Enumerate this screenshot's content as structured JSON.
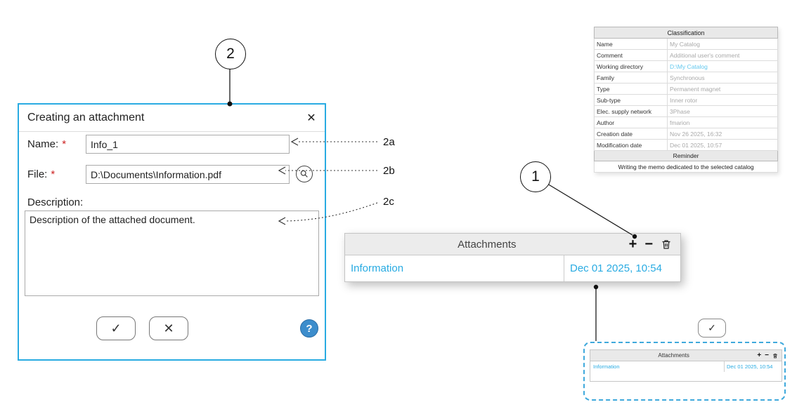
{
  "colors": {
    "accent": "#29abe2"
  },
  "callout_1": {
    "label": "1"
  },
  "callout_2": {
    "label": "2"
  },
  "field_callouts": {
    "a": "2a",
    "b": "2b",
    "c": "2c"
  },
  "dialog": {
    "title": "Creating an attachment",
    "close_glyph": "✕",
    "fields": {
      "name_label": "Name:",
      "name_required": "*",
      "name_value": "Info_1",
      "file_label": "File:",
      "file_required": "*",
      "file_value": "D:\\Documents\\Information.pdf",
      "description_label": "Description:",
      "description_value": "Description of the attached document."
    },
    "buttons": {
      "ok_glyph": "✓",
      "cancel_glyph": "✕",
      "help_glyph": "?"
    }
  },
  "attachments": {
    "title": "Attachments",
    "toolbar": {
      "add_glyph": "+",
      "remove_glyph": "−"
    },
    "rows": [
      {
        "name": "Information",
        "date": "Dec 01 2025, 10:54"
      }
    ]
  },
  "classification": {
    "title": "Classification",
    "rows": [
      {
        "label": "Name",
        "value": "My Catalog"
      },
      {
        "label": "Comment",
        "value": "Additional user's comment"
      },
      {
        "label": "Working directory",
        "value": "D:\\My Catalog"
      },
      {
        "label": "Family",
        "value": "Synchronous"
      },
      {
        "label": "Type",
        "value": "Permanent magnet"
      },
      {
        "label": "Sub-type",
        "value": "Inner rotor"
      },
      {
        "label": "Elec. supply network",
        "value": "3Phase"
      },
      {
        "label": "Author",
        "value": "fmarion"
      },
      {
        "label": "Creation date",
        "value": "Nov 26 2025, 16:32"
      },
      {
        "label": "Modification date",
        "value": "Dec 01 2025, 10:57"
      }
    ]
  },
  "reminder": {
    "title": "Reminder",
    "text": "Writing the memo dedicated to the selected catalog"
  },
  "sidebar_preview": {
    "ok_glyph": "✓",
    "attachments_title": "Attachments",
    "toolbar": {
      "add_glyph": "+",
      "remove_glyph": "−"
    },
    "rows": [
      {
        "name": "Information",
        "date": "Dec 01 2025, 10:54"
      }
    ]
  }
}
